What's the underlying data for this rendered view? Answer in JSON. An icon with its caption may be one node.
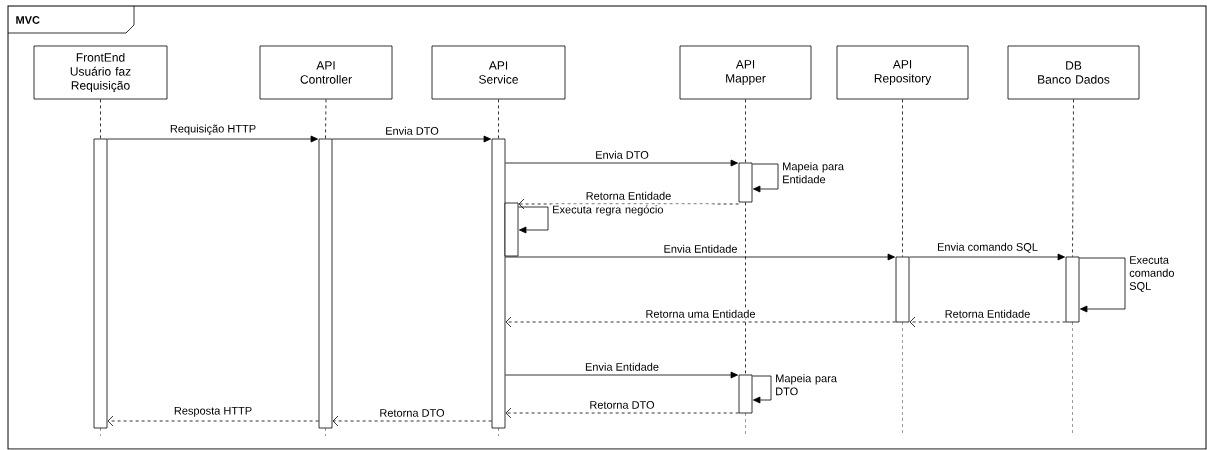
{
  "diagram": {
    "nodes": [
      {
        "text": [
          "MVC"
        ]
      },
      {
        "text": [
          "FrontEnd",
          "Usuário faz Requisição"
        ],
        "in": 0
      },
      {
        "text": [
          "API",
          "Controller"
        ],
        "in": 0
      },
      {
        "text": [
          "API",
          "Service"
        ],
        "in": 0
      },
      {
        "text": [
          "API",
          "Mapper"
        ],
        "in": 0
      },
      {
        "text": [
          "API",
          "Repository"
        ],
        "in": 0
      },
      {
        "text": [
          "DB",
          "Banco Dados"
        ],
        "in": 0
      },
      {
        "text": [],
        "shape": "bar",
        "in": 0
      },
      {
        "text": [],
        "shape": "bar",
        "in": 0
      },
      {
        "text": [],
        "shape": "bar",
        "in": 0
      },
      {
        "text": [],
        "shape": "bar",
        "in": 0
      },
      {
        "text": [],
        "shape": "bar",
        "in": 0
      },
      {
        "text": [],
        "shape": "bar",
        "in": 0
      },
      {
        "text": [],
        "shape": "bar",
        "in": 0
      },
      {
        "text": [],
        "shape": "bar",
        "in": 0
      }
    ],
    "edges": [
      {
        "from": 7,
        "to": 8,
        "arrow": "to",
        "label": "Requisição HTTP"
      },
      {
        "from": 8,
        "to": 9,
        "arrow": "to",
        "label": "Envia DTO"
      },
      {
        "from": 9,
        "to": 10,
        "arrow": "to",
        "label": "Envia DTO"
      },
      {
        "from": 10,
        "to": 10,
        "arrow": "to",
        "label": "Mapeia para Entidade"
      },
      {
        "from": 10,
        "to": 11,
        "arrow": "to",
        "label": "Retorna Entidade",
        "style": "dashed"
      },
      {
        "from": 11,
        "to": 11,
        "arrow": "to",
        "label": "Executa regra negócio"
      },
      {
        "from": 9,
        "to": 12,
        "arrow": "to",
        "label": "Envia Entidade"
      },
      {
        "from": 12,
        "to": 13,
        "arrow": "to",
        "label": "Envia comando SQL"
      },
      {
        "from": 13,
        "to": 13,
        "arrow": "to",
        "label": "Executa comando SQL"
      },
      {
        "from": 13,
        "to": 12,
        "arrow": "to",
        "label": "Retorna Entidade",
        "style": "dashed"
      },
      {
        "from": 12,
        "to": 9,
        "arrow": "to",
        "label": "Retorna uma Entidade",
        "style": "dashed"
      },
      {
        "from": 9,
        "to": 14,
        "arrow": "to",
        "label": "Envia Entidade"
      },
      {
        "from": 14,
        "to": 14,
        "arrow": "to",
        "label": "Mapeia para DTO"
      },
      {
        "from": 14,
        "to": 9,
        "arrow": "to",
        "label": "Retorna DTO",
        "style": "dashed"
      },
      {
        "from": 9,
        "to": 8,
        "arrow": "to",
        "label": "Retorna DTO",
        "style": "dashed"
      },
      {
        "from": 8,
        "to": 7,
        "arrow": "to",
        "label": "Resposta HTTP",
        "style": "dashed"
      },
      {
        "from": 1,
        "to": 7,
        "arrow": "none",
        "style": "dashed"
      },
      {
        "from": 2,
        "to": 8,
        "arrow": "none",
        "style": "dashed"
      },
      {
        "from": 3,
        "to": 9,
        "arrow": "none",
        "style": "dashed"
      },
      {
        "from": 4,
        "to": 10,
        "arrow": "none",
        "style": "dashed"
      },
      {
        "from": 10,
        "to": 14,
        "arrow": "none",
        "style": "dashed"
      },
      {
        "from": 5,
        "to": 12,
        "arrow": "none",
        "style": "dashed"
      },
      {
        "from": 6,
        "to": 13,
        "arrow": "none",
        "style": "dashed"
      }
    ]
  }
}
